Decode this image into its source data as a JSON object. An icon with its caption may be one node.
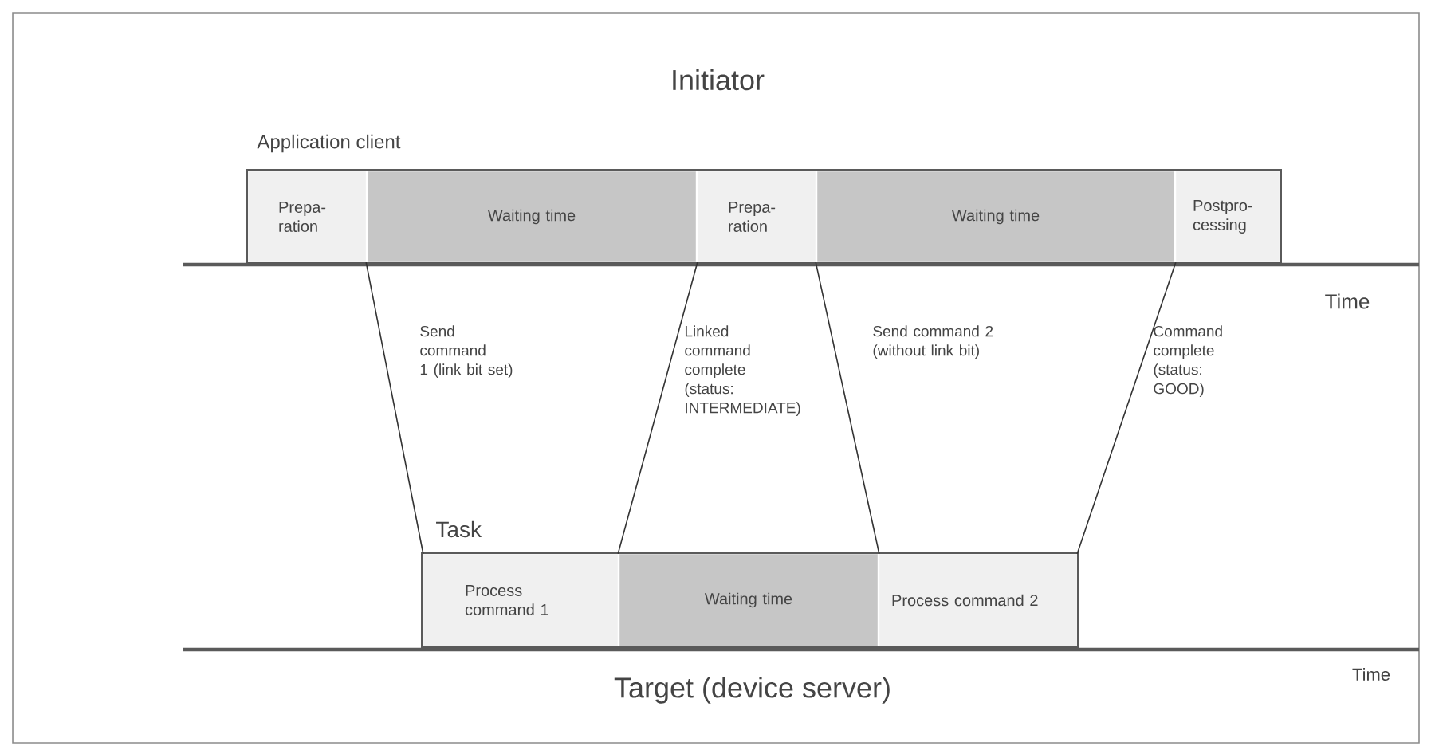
{
  "diagram": {
    "nodes": [
      {
        "text": [
          "Application client"
        ]
      },
      {
        "text": [
          "Prepa-ration"
        ],
        "in": 0
      },
      {
        "text": [
          "Waiting time"
        ],
        "in": 0
      },
      {
        "text": [
          "Prepa-ration"
        ],
        "in": 0
      },
      {
        "text": [
          "Waiting time"
        ],
        "in": 0
      },
      {
        "text": [
          "Postpro-cessing"
        ],
        "in": 0
      },
      {
        "text": [
          "Task"
        ]
      },
      {
        "text": [
          "Process command 1"
        ],
        "in": 6
      },
      {
        "text": [
          "Waiting time"
        ],
        "in": 6
      },
      {
        "text": [
          "Process command 2"
        ],
        "in": 6
      }
    ],
    "edges": [
      {
        "from": 1,
        "to": 7,
        "arrow": "none",
        "label": "Send command 1 (link bit set)"
      },
      {
        "from": 7,
        "to": 3,
        "arrow": "none",
        "label": "Linked command complete (status: INTERMEDIATE)"
      },
      {
        "from": 3,
        "to": 9,
        "arrow": "none",
        "label": "Send command 2 (without link bit)"
      },
      {
        "from": 9,
        "to": 5,
        "arrow": "none",
        "label": "Command complete (status: GOOD)"
      }
    ],
    "labels": [
      "Initiator",
      "Time",
      "Time",
      "Target (device server)"
    ]
  }
}
